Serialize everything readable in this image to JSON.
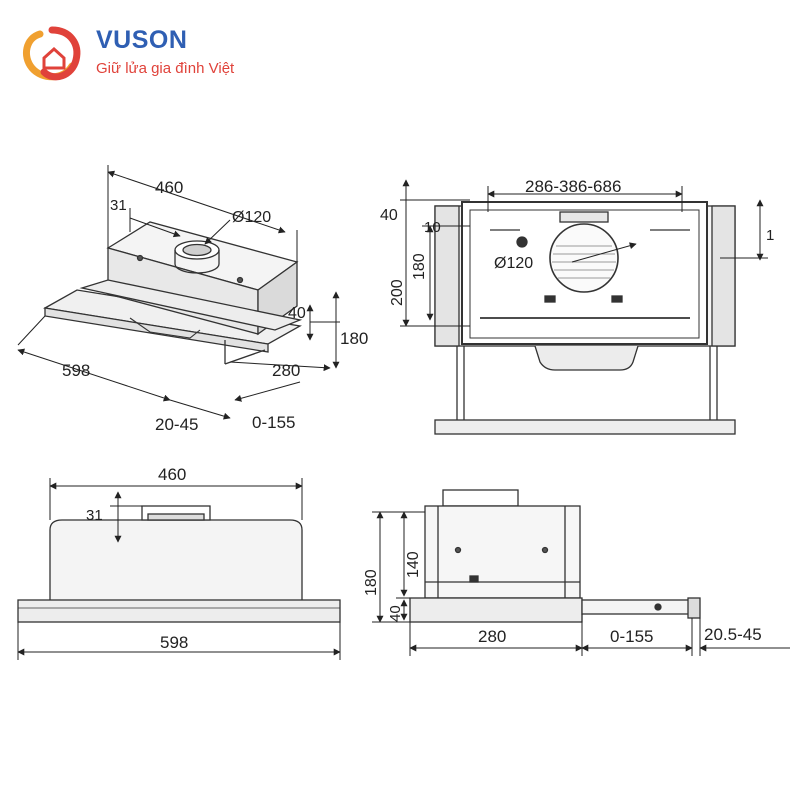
{
  "brand": {
    "name": "VUSON",
    "slogan": "Giữ lửa gia đình Việt",
    "colors": {
      "primary": "#2f5fb3",
      "accent": "#e0423a",
      "warm": "#f0a030"
    }
  },
  "views": {
    "perspective": {
      "width": "460",
      "collar_offset": "31",
      "duct": "Ø120",
      "front_height": "40",
      "total_height": "180",
      "depth": "280",
      "length": "598",
      "visor_range": "20-45",
      "extension": "0-155"
    },
    "bottom": {
      "cutout": "286-386-686",
      "offset_top": "40",
      "offset_small": "10",
      "height_a": "180",
      "height_b": "200",
      "duct": "Ø120",
      "side_mark": "1"
    },
    "front": {
      "width": "460",
      "collar_offset": "31",
      "length": "598"
    },
    "side": {
      "total_height": "180",
      "body_height": "140",
      "front_height": "40",
      "depth": "280",
      "extension": "0-155",
      "visor": "20.5-45"
    }
  }
}
